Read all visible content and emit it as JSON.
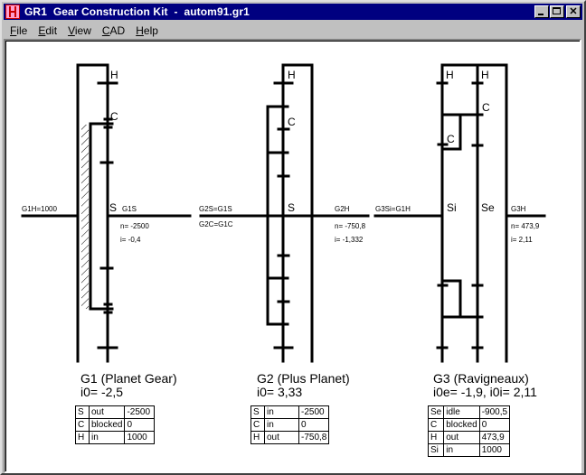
{
  "window": {
    "title": "GR1  Gear Construction Kit  -  autom91.gr1",
    "buttons": {
      "minimize": "minimize",
      "maximize": "maximize",
      "close": "✕"
    }
  },
  "menu": [
    {
      "label": "File",
      "accel": "F"
    },
    {
      "label": "Edit",
      "accel": "E"
    },
    {
      "label": "View",
      "accel": "V"
    },
    {
      "label": "CAD",
      "accel": "C"
    },
    {
      "label": "Help",
      "accel": "H"
    }
  ],
  "diagram": {
    "g1": {
      "labels": {
        "H": "H",
        "C": "C",
        "S": "S"
      },
      "input_shaft": "G1H=1000",
      "output_shaft": "G1S",
      "n": "n= -2500",
      "i": "i= -0,4"
    },
    "g2": {
      "labels": {
        "H": "H",
        "C": "C",
        "S": "S"
      },
      "input_shaft_top": "G2S=G1S",
      "input_shaft_bottom": "G2C=G1C",
      "output_shaft": "G2H",
      "n": "n= -750,8",
      "i": "i= -1,332"
    },
    "g3": {
      "labels": {
        "H1": "H",
        "H2": "H",
        "C1": "C",
        "C2": "C",
        "Si": "Si",
        "Se": "Se"
      },
      "input_shaft": "G3Si=G1H",
      "output_shaft": "G3H",
      "n": "n= 473,9",
      "i": "i= 2,11"
    }
  },
  "gears": [
    {
      "title": "G1 (Planet Gear)",
      "ratio": "i0= -2,5",
      "rows": [
        [
          "S",
          "out",
          "-2500"
        ],
        [
          "C",
          "blocked",
          "0"
        ],
        [
          "H",
          "in",
          "1000"
        ]
      ]
    },
    {
      "title": "G2 (Plus Planet)",
      "ratio": "i0= 3,33",
      "rows": [
        [
          "S",
          "in",
          "-2500"
        ],
        [
          "C",
          "in",
          "0"
        ],
        [
          "H",
          "out",
          "-750,8"
        ]
      ]
    },
    {
      "title": "G3 (Ravigneaux)",
      "ratio": "i0e= -1,9, i0i= 2,11",
      "rows": [
        [
          "Se",
          "idle",
          "-900,5"
        ],
        [
          "C",
          "blocked",
          "0"
        ],
        [
          "H",
          "out",
          "473,9"
        ],
        [
          "Si",
          "in",
          "1000"
        ]
      ]
    }
  ]
}
